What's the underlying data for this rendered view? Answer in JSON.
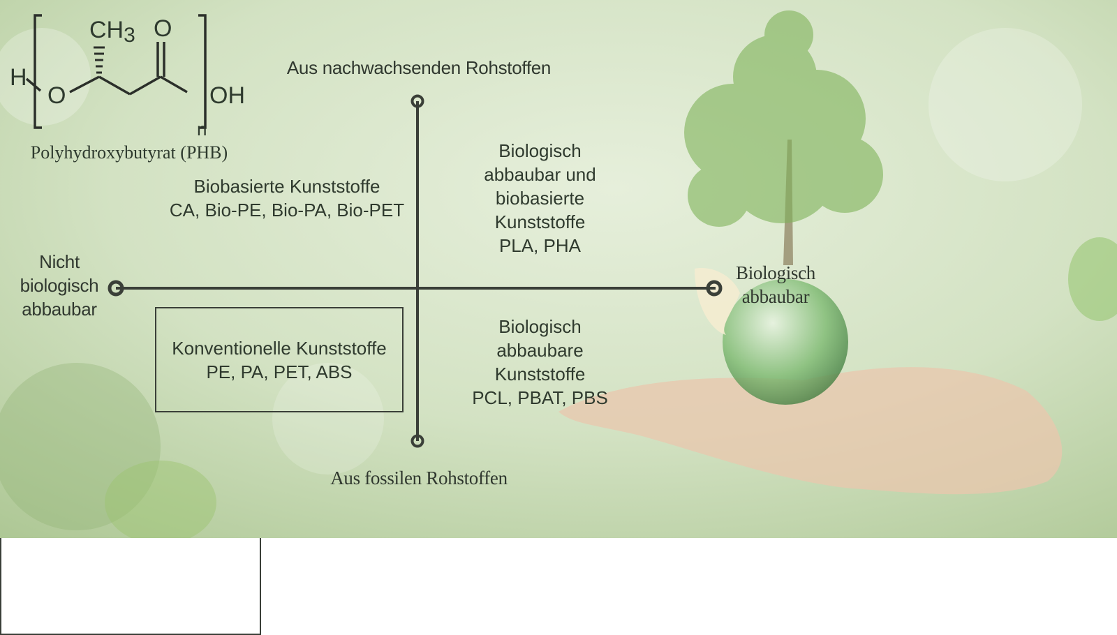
{
  "axes": {
    "top": "Aus nachwachsenden Rohstoffen",
    "bottom": "Aus fossilen Rohstoffen",
    "left": [
      "Nicht",
      "biologisch",
      "abbaubar"
    ],
    "right": [
      "Biologisch",
      "abbaubar"
    ]
  },
  "quadrants": {
    "biobased": {
      "title": "Biobasierte Kunststoffe",
      "examples": "CA, Bio-PE, Bio-PA, Bio-PET"
    },
    "bio_both": {
      "lines": [
        "Biologisch",
        "abbaubar und",
        "biobasierte",
        "Kunststoffe",
        "PLA, PHA"
      ]
    },
    "biodegradable": {
      "lines": [
        "Biologisch",
        "abbaubare",
        "Kunststoffe",
        "PCL, PBAT, PBS"
      ]
    },
    "conventional": {
      "title": "Konventionelle Kunststoffe",
      "examples": "PE, PA, PET, ABS"
    }
  },
  "phb": {
    "caption": "Polyhydroxybutyrat (PHB)",
    "ch3": "CH",
    "ch3_sub": "3",
    "o_carbonyl": "O",
    "o_ester": "O",
    "oh": "OH",
    "h": "H",
    "n": "n"
  },
  "colors": {
    "green": "#4baf6e",
    "yellow": "#dae228",
    "line": "#3a3f38"
  }
}
